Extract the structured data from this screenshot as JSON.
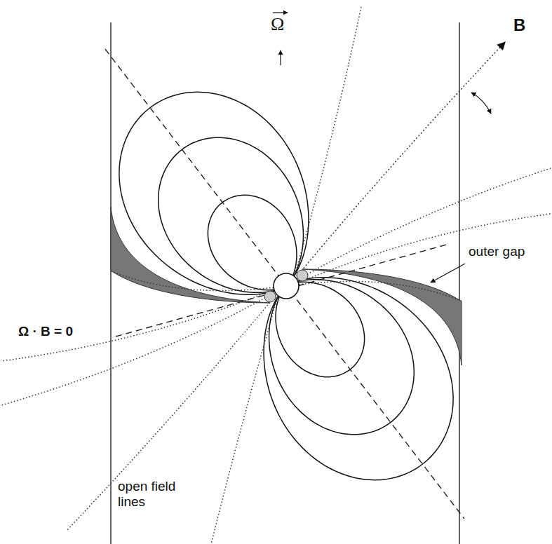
{
  "diagram": {
    "labels": [
      "Ω",
      "B",
      "outer gap",
      "Ω · B = 0",
      "open field lines"
    ]
  }
}
